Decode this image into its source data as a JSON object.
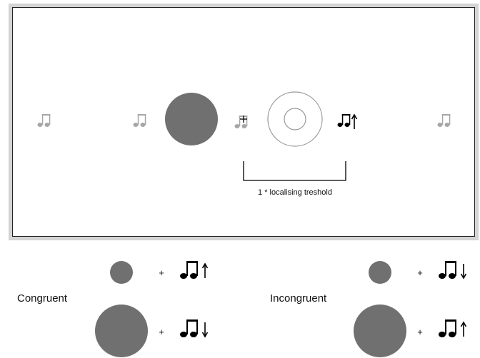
{
  "screen": {
    "threshold_label": "1 * localising treshold",
    "colors": {
      "disc": "#707070",
      "faded_note": "#a6a6a6",
      "active_note": "#000000",
      "ring": "#9a9a9a",
      "frame_border": "#d4d4d4"
    },
    "icons": [
      "music-note-icon",
      "fixation-cross-icon",
      "arrow-up-icon",
      "arrow-down-icon"
    ]
  },
  "legend": {
    "congruent_label": "Congruent",
    "incongruent_label": "Incongruent",
    "plus_symbol": "+"
  }
}
